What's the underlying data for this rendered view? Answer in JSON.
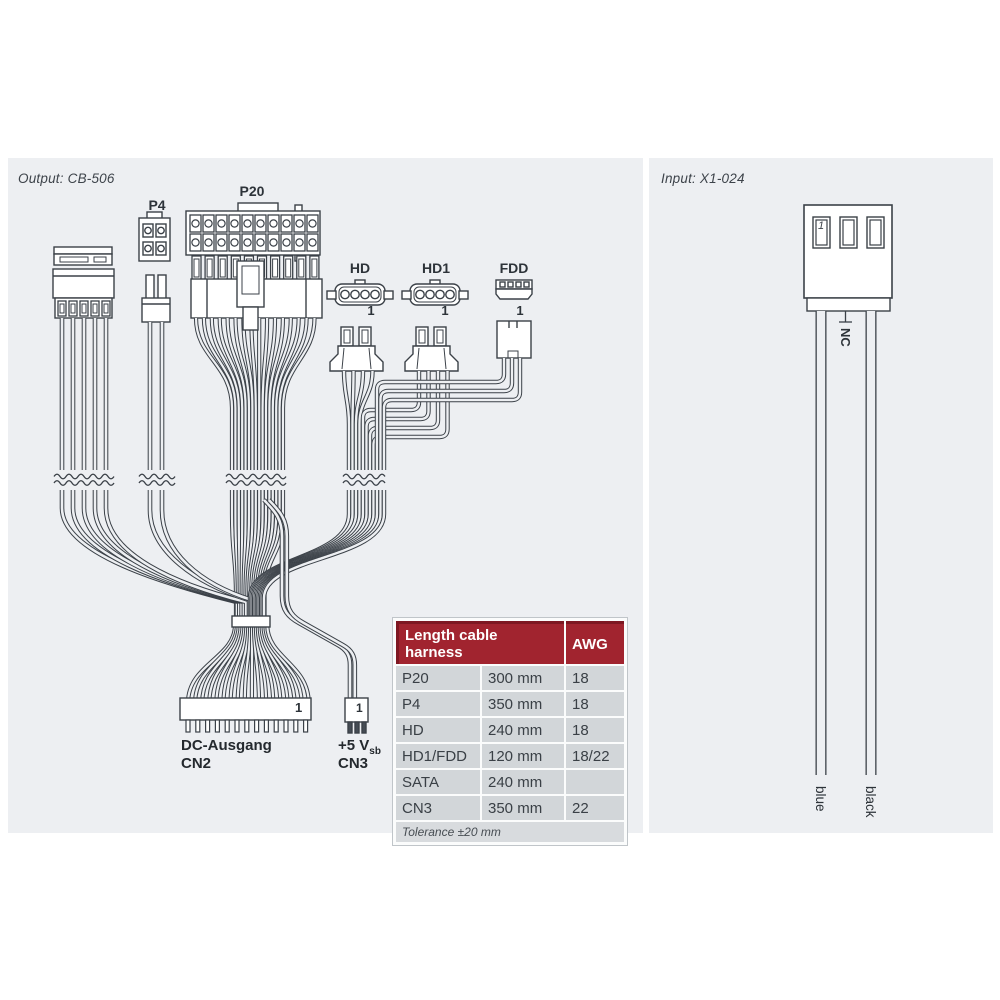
{
  "left_panel": {
    "title": "Output: CB-506",
    "connector_labels": {
      "p4": "P4",
      "p20": "P20",
      "hd": "HD",
      "hd1": "HD1",
      "fdd": "FDD"
    },
    "pin_markers": {
      "hd": "1",
      "hd1": "1",
      "fdd": "1",
      "cn2": "1",
      "cn3": "1"
    },
    "cn2_label_line1": "DC-Ausgang",
    "cn2_label_line2": "CN2",
    "cn3_label_main": "+5 V",
    "cn3_label_sub": "sb",
    "cn3_label_line2": "CN3",
    "table": {
      "header": {
        "col1": "Length cable harness",
        "col2": "AWG"
      },
      "rows": [
        {
          "name": "P20",
          "length": "300 mm",
          "awg": "18"
        },
        {
          "name": "P4",
          "length": "350 mm",
          "awg": "18"
        },
        {
          "name": "HD",
          "length": "240 mm",
          "awg": "18"
        },
        {
          "name": "HD1/FDD",
          "length": "120 mm",
          "awg": "18/22"
        },
        {
          "name": "SATA",
          "length": "240 mm",
          "awg": ""
        },
        {
          "name": "CN3",
          "length": "350 mm",
          "awg": "22"
        }
      ],
      "footer": "Tolerance ±20 mm"
    }
  },
  "right_panel": {
    "title": "Input: X1-024",
    "pin_marker": "1",
    "nc_label": "NC",
    "wire_labels": {
      "left": "blue",
      "right": "black"
    }
  },
  "colors": {
    "panel_bg": "#edeff2",
    "line": "#3b4148",
    "table_header_bg": "#a1242f",
    "table_header_accent": "#7e1822",
    "table_row_bg": "#d2d6d9"
  }
}
